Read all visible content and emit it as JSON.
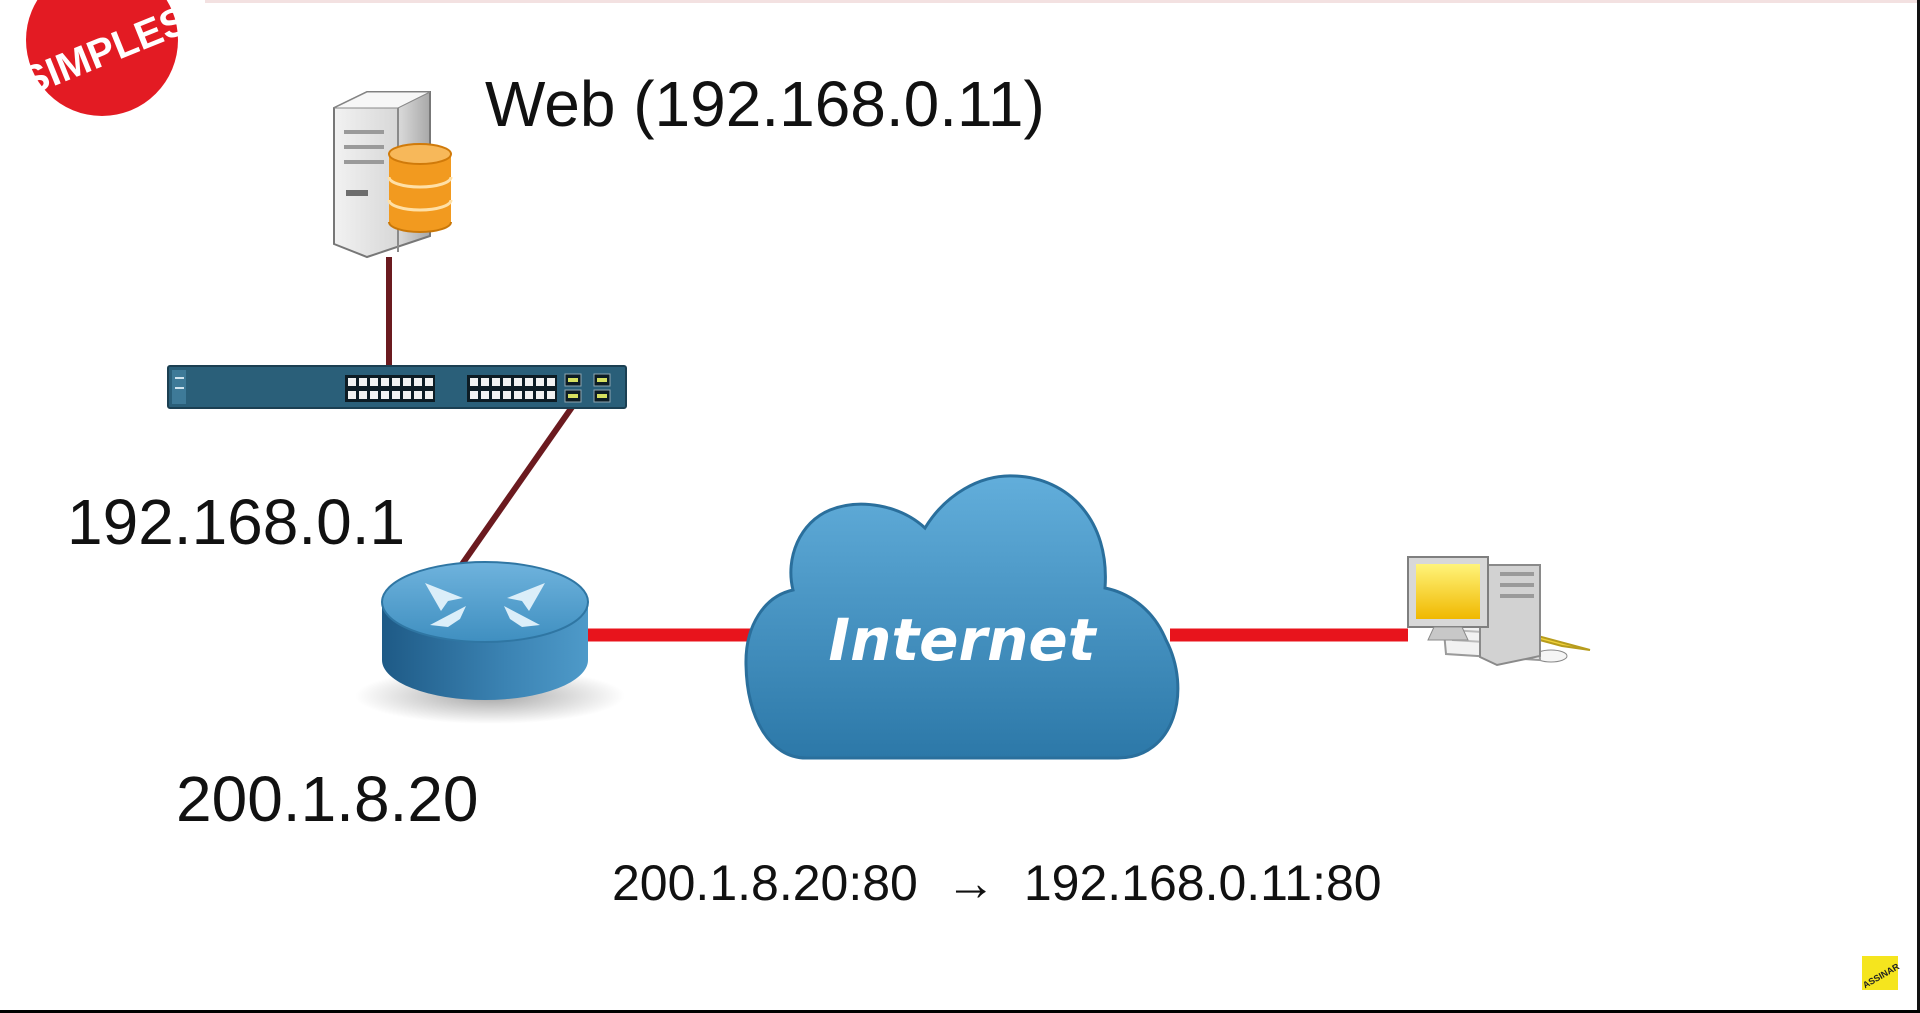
{
  "logo": {
    "text": "SIMPLES",
    "color": "#e31b23"
  },
  "watermark": {
    "text": "ASSINAR",
    "color": "#f5e51e"
  },
  "nodes": {
    "web_server": {
      "label": "Web (192.168.0.11)",
      "icon": "server-database-icon"
    },
    "switch": {
      "icon": "network-switch-icon"
    },
    "router": {
      "lan_ip": "192.168.0.1",
      "wan_ip": "200.1.8.20",
      "icon": "router-icon"
    },
    "internet": {
      "label": "Internet",
      "icon": "cloud-icon"
    },
    "client": {
      "icon": "desktop-computer-icon"
    }
  },
  "nat_rule": {
    "source": "200.1.8.20:80",
    "arrow": "→",
    "destination": "192.168.0.11:80"
  },
  "colors": {
    "lan_link": "#6b1a1f",
    "wan_link": "#e8141c",
    "cloud": "#3f8fc0",
    "router": "#3b83b3",
    "switch": "#2a5f79",
    "database": "#f29a1f"
  }
}
